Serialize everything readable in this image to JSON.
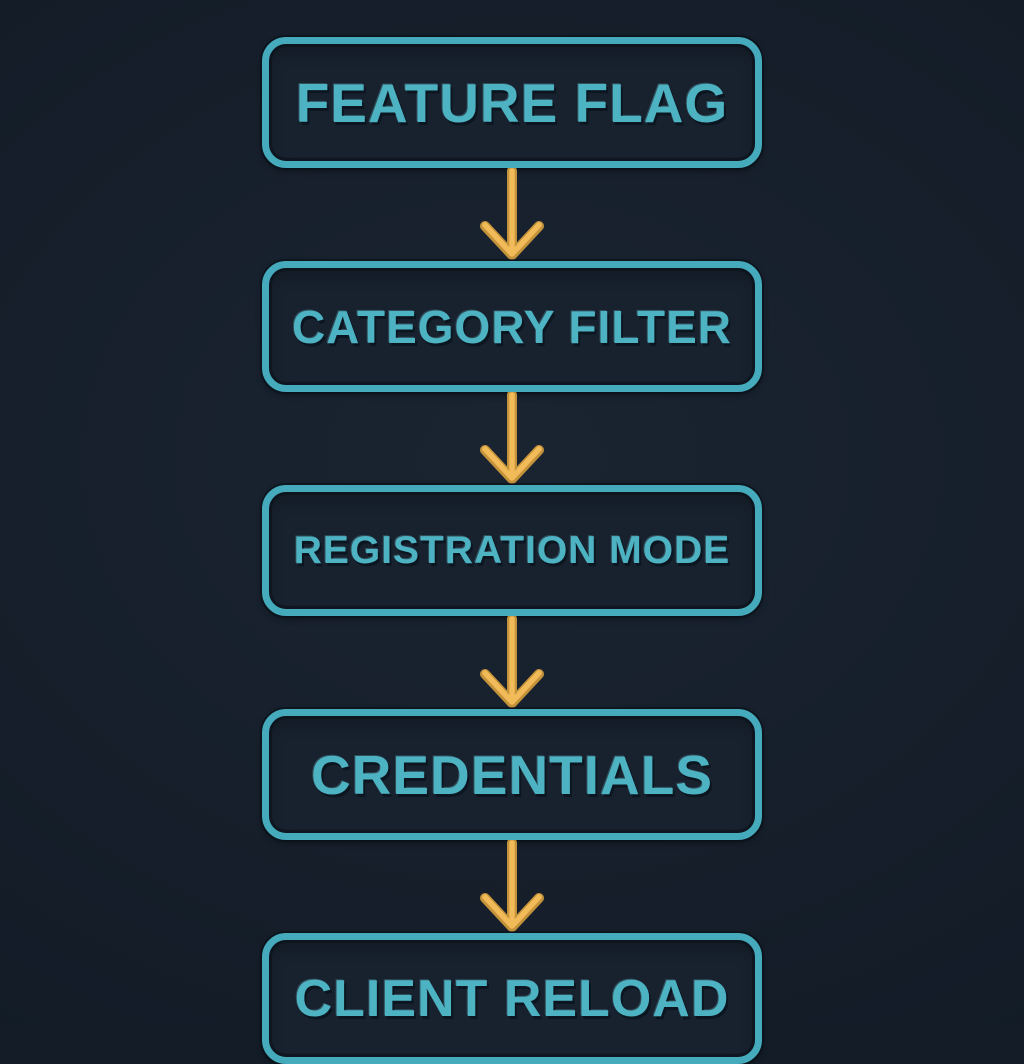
{
  "page": {
    "background_color": "#161f2b",
    "accent_teal": "#45abbc",
    "text_teal": "#4db2c2",
    "arrow_amber": "#e9b350"
  },
  "flow": {
    "type": "vertical-flowchart",
    "connector": "arrow-down",
    "steps": [
      {
        "label": "FEATURE FLAG"
      },
      {
        "label": "CATEGORY FILTER"
      },
      {
        "label": "REGISTRATION MODE"
      },
      {
        "label": "CREDENTIALS"
      },
      {
        "label": "CLIENT RELOAD"
      }
    ]
  }
}
